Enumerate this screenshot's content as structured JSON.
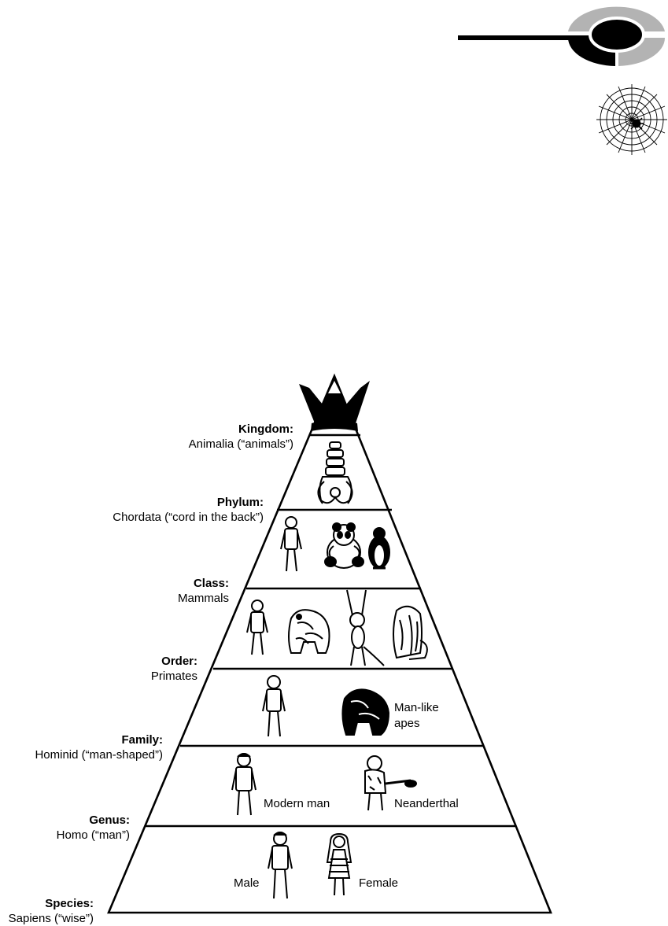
{
  "pyramid": {
    "levels": [
      {
        "rank": "Kingdom:",
        "name": "Animalia (“animals”)"
      },
      {
        "rank": "Phylum:",
        "name": "Chordata (“cord in the back”)"
      },
      {
        "rank": "Class:",
        "name": "Mammals"
      },
      {
        "rank": "Order:",
        "name": "Primates"
      },
      {
        "rank": "Family:",
        "name": "Hominid (“man-shaped”)"
      },
      {
        "rank": "Genus:",
        "name": "Homo (“man”)"
      },
      {
        "rank": "Species:",
        "name": "Sapiens (“wise”)"
      }
    ],
    "annotations": {
      "apes_line1": "Man-like",
      "apes_line2": "apes",
      "modern_man": "Modern man",
      "neanderthal": "Neanderthal",
      "male": "Male",
      "female": "Female"
    }
  },
  "icons": [
    "chapter-tab-icon",
    "spider-web-icon",
    "crown-icon"
  ],
  "colors": {
    "ink": "#000000",
    "tab_grey": "#b3b3b3",
    "paper": "#ffffff"
  }
}
